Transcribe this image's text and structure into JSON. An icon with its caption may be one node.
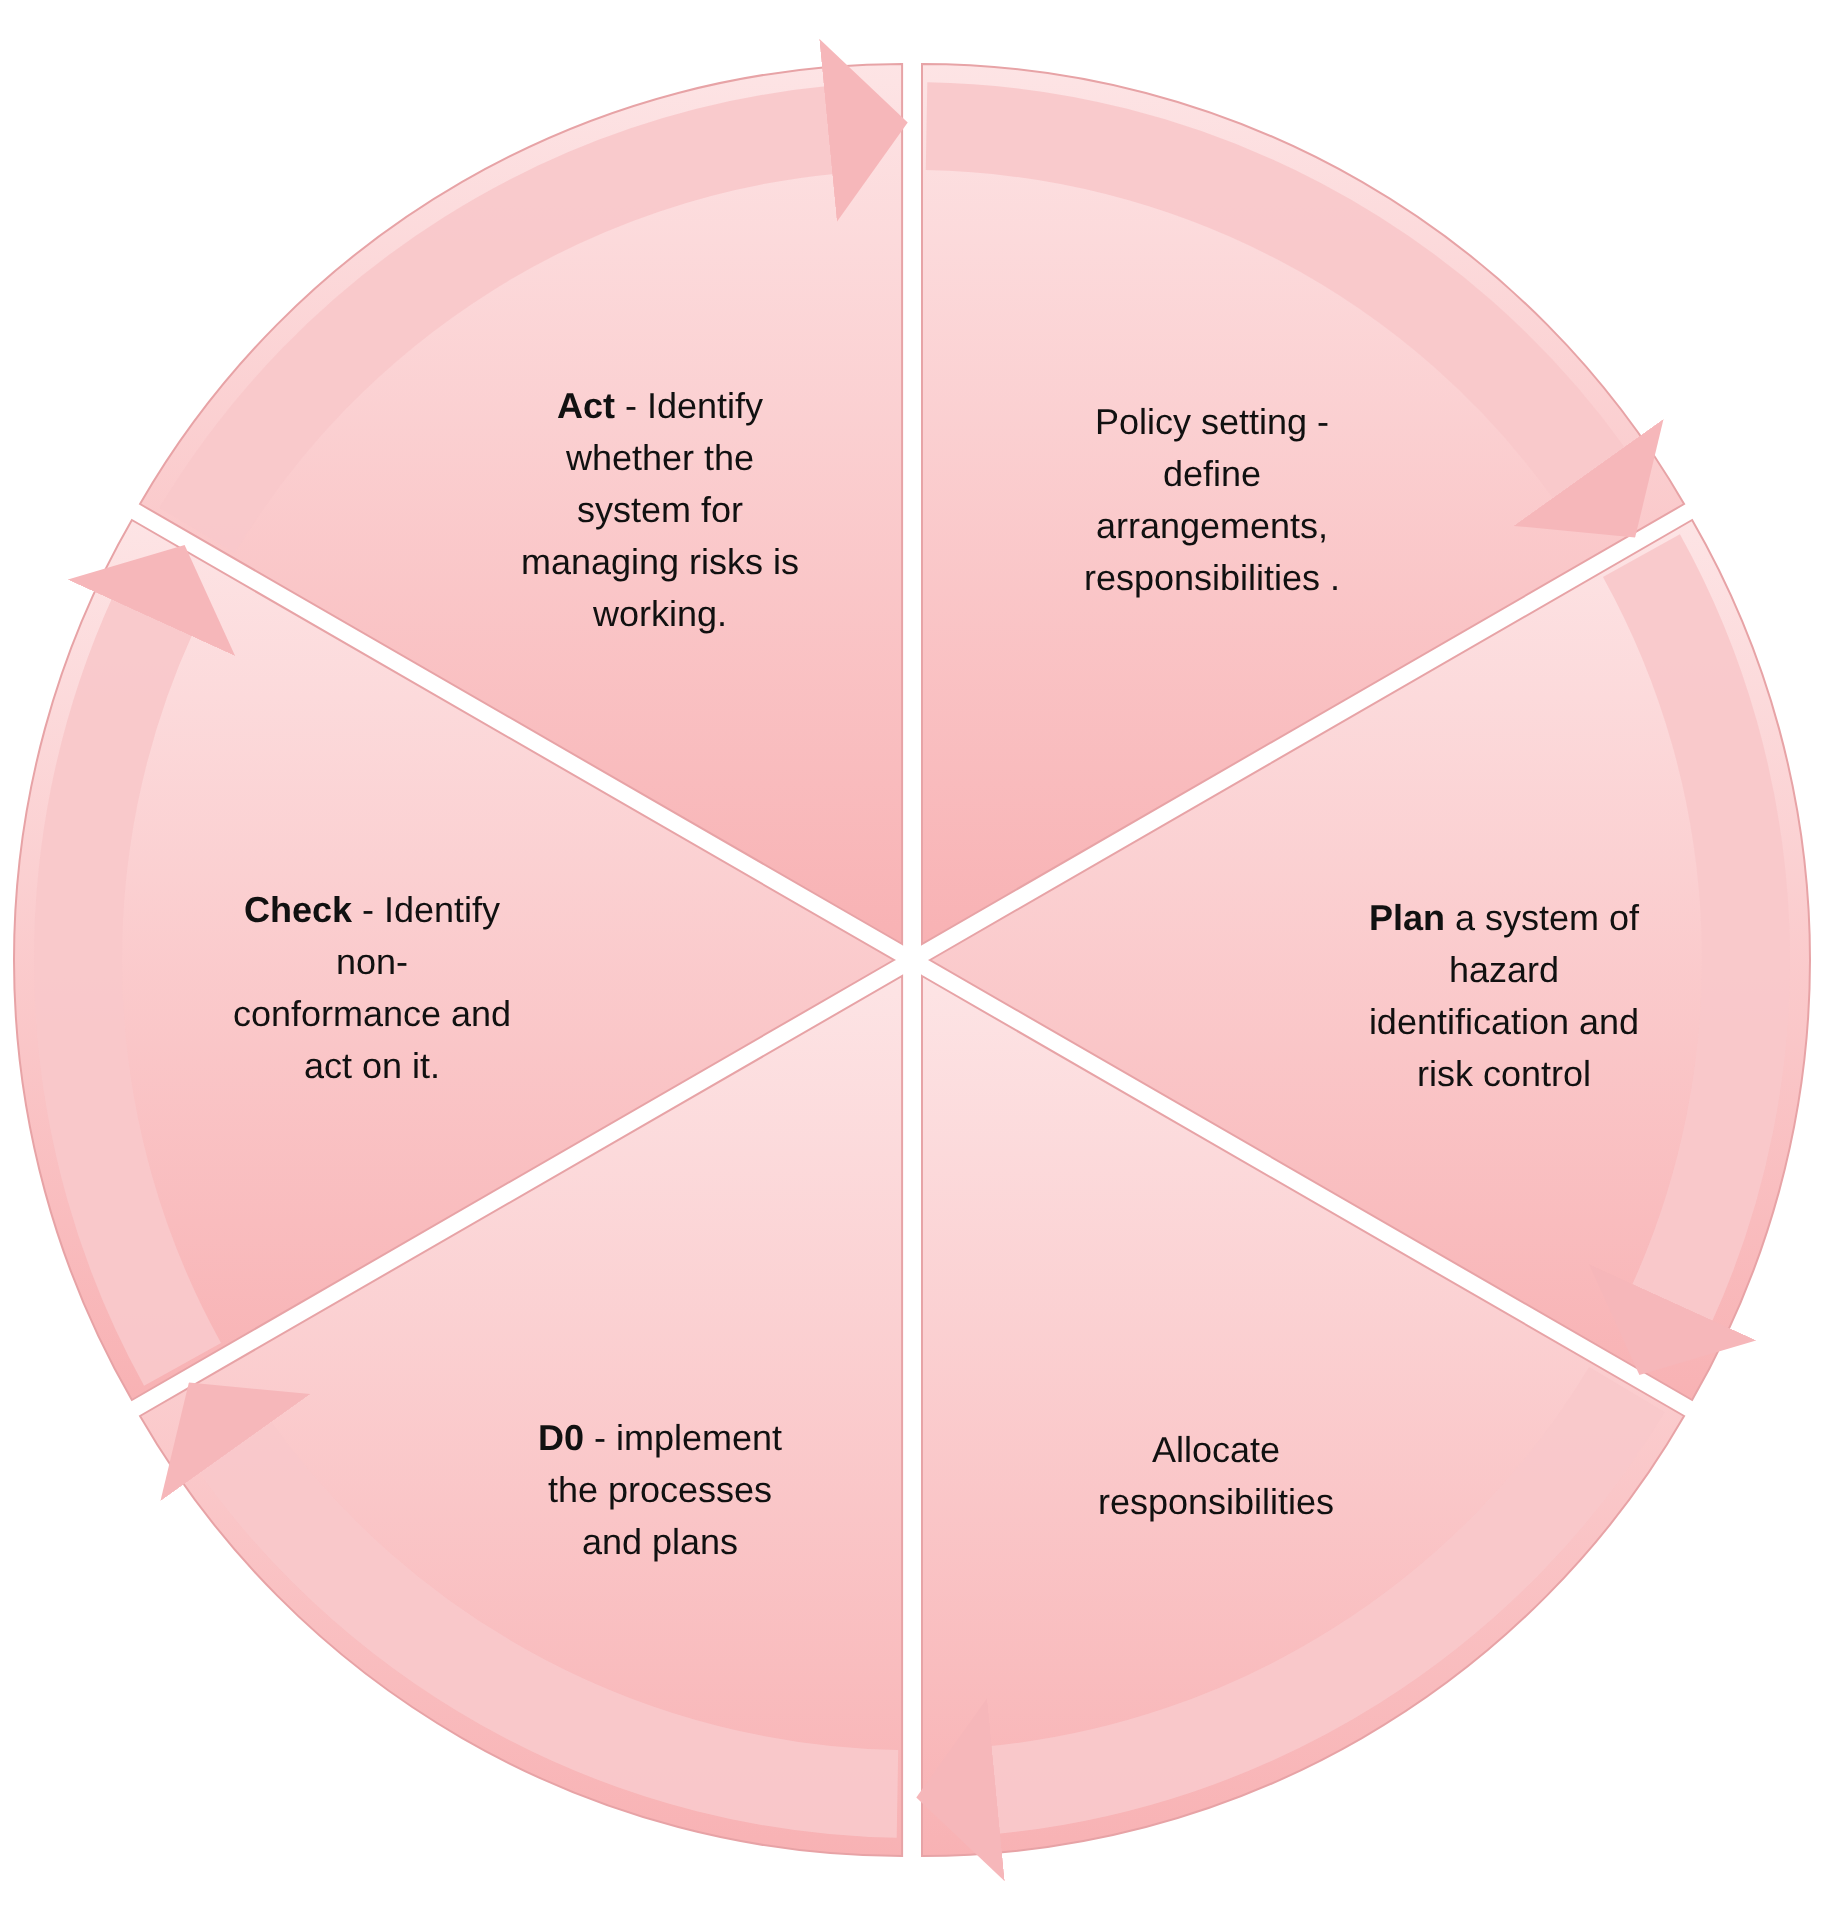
{
  "diagram": {
    "nodes": [
      {
        "text": [
          "Policy setting - define arrangements, responsibilities ."
        ]
      },
      {
        "text": [
          "**Plan** a system of hazard identification and risk control"
        ]
      },
      {
        "text": [
          "Allocate responsibilities"
        ]
      },
      {
        "text": [
          "**D0** - implement the processes and plans"
        ]
      },
      {
        "text": [
          "**Check** - Identify non- conformance and act on it."
        ]
      },
      {
        "text": [
          "**Act** - Identify whether the system for managing risks is working."
        ]
      }
    ],
    "edges": [
      {
        "from": 0,
        "to": 1,
        "arrow": "to"
      },
      {
        "from": 1,
        "to": 2,
        "arrow": "to"
      },
      {
        "from": 2,
        "to": 3,
        "arrow": "to"
      },
      {
        "from": 3,
        "to": 4,
        "arrow": "to"
      },
      {
        "from": 4,
        "to": 5,
        "arrow": "to"
      },
      {
        "from": 5,
        "to": 0,
        "arrow": "to"
      }
    ]
  }
}
